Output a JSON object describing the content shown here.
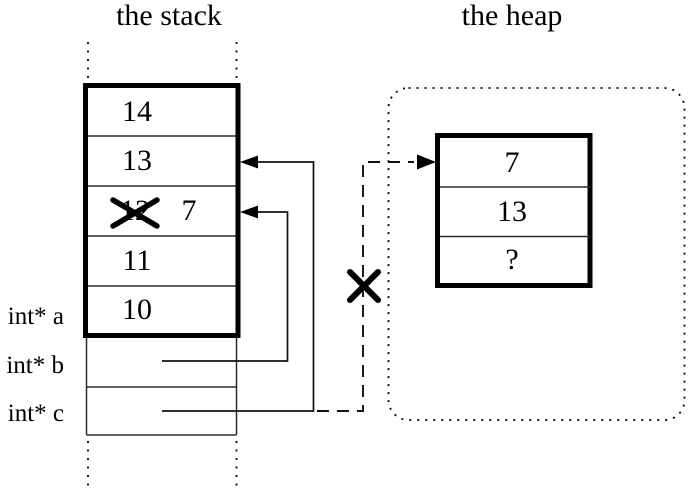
{
  "titles": {
    "stack": "the stack",
    "heap": "the heap"
  },
  "stack": {
    "cells": [
      {
        "value": "14",
        "crossed_out": false
      },
      {
        "value": "13",
        "crossed_out": false
      },
      {
        "value": "12",
        "crossed_out": true,
        "new_value": "7"
      },
      {
        "value": "11",
        "crossed_out": false
      },
      {
        "value": "10",
        "crossed_out": false
      }
    ],
    "pointer_labels": [
      {
        "label": "int* a"
      },
      {
        "label": "int* b"
      },
      {
        "label": "int* c"
      }
    ]
  },
  "heap": {
    "cells": [
      {
        "value": "7"
      },
      {
        "value": "13"
      },
      {
        "value": "?"
      }
    ]
  },
  "pointers": {
    "b_target": "stack cell 7 (old 12)",
    "c_target": "stack cell 13",
    "dangling": "old heap block (crossed out)"
  },
  "colors": {
    "ink": "#000000",
    "thin_line": "#2a2a2a",
    "background": "#ffffff"
  }
}
